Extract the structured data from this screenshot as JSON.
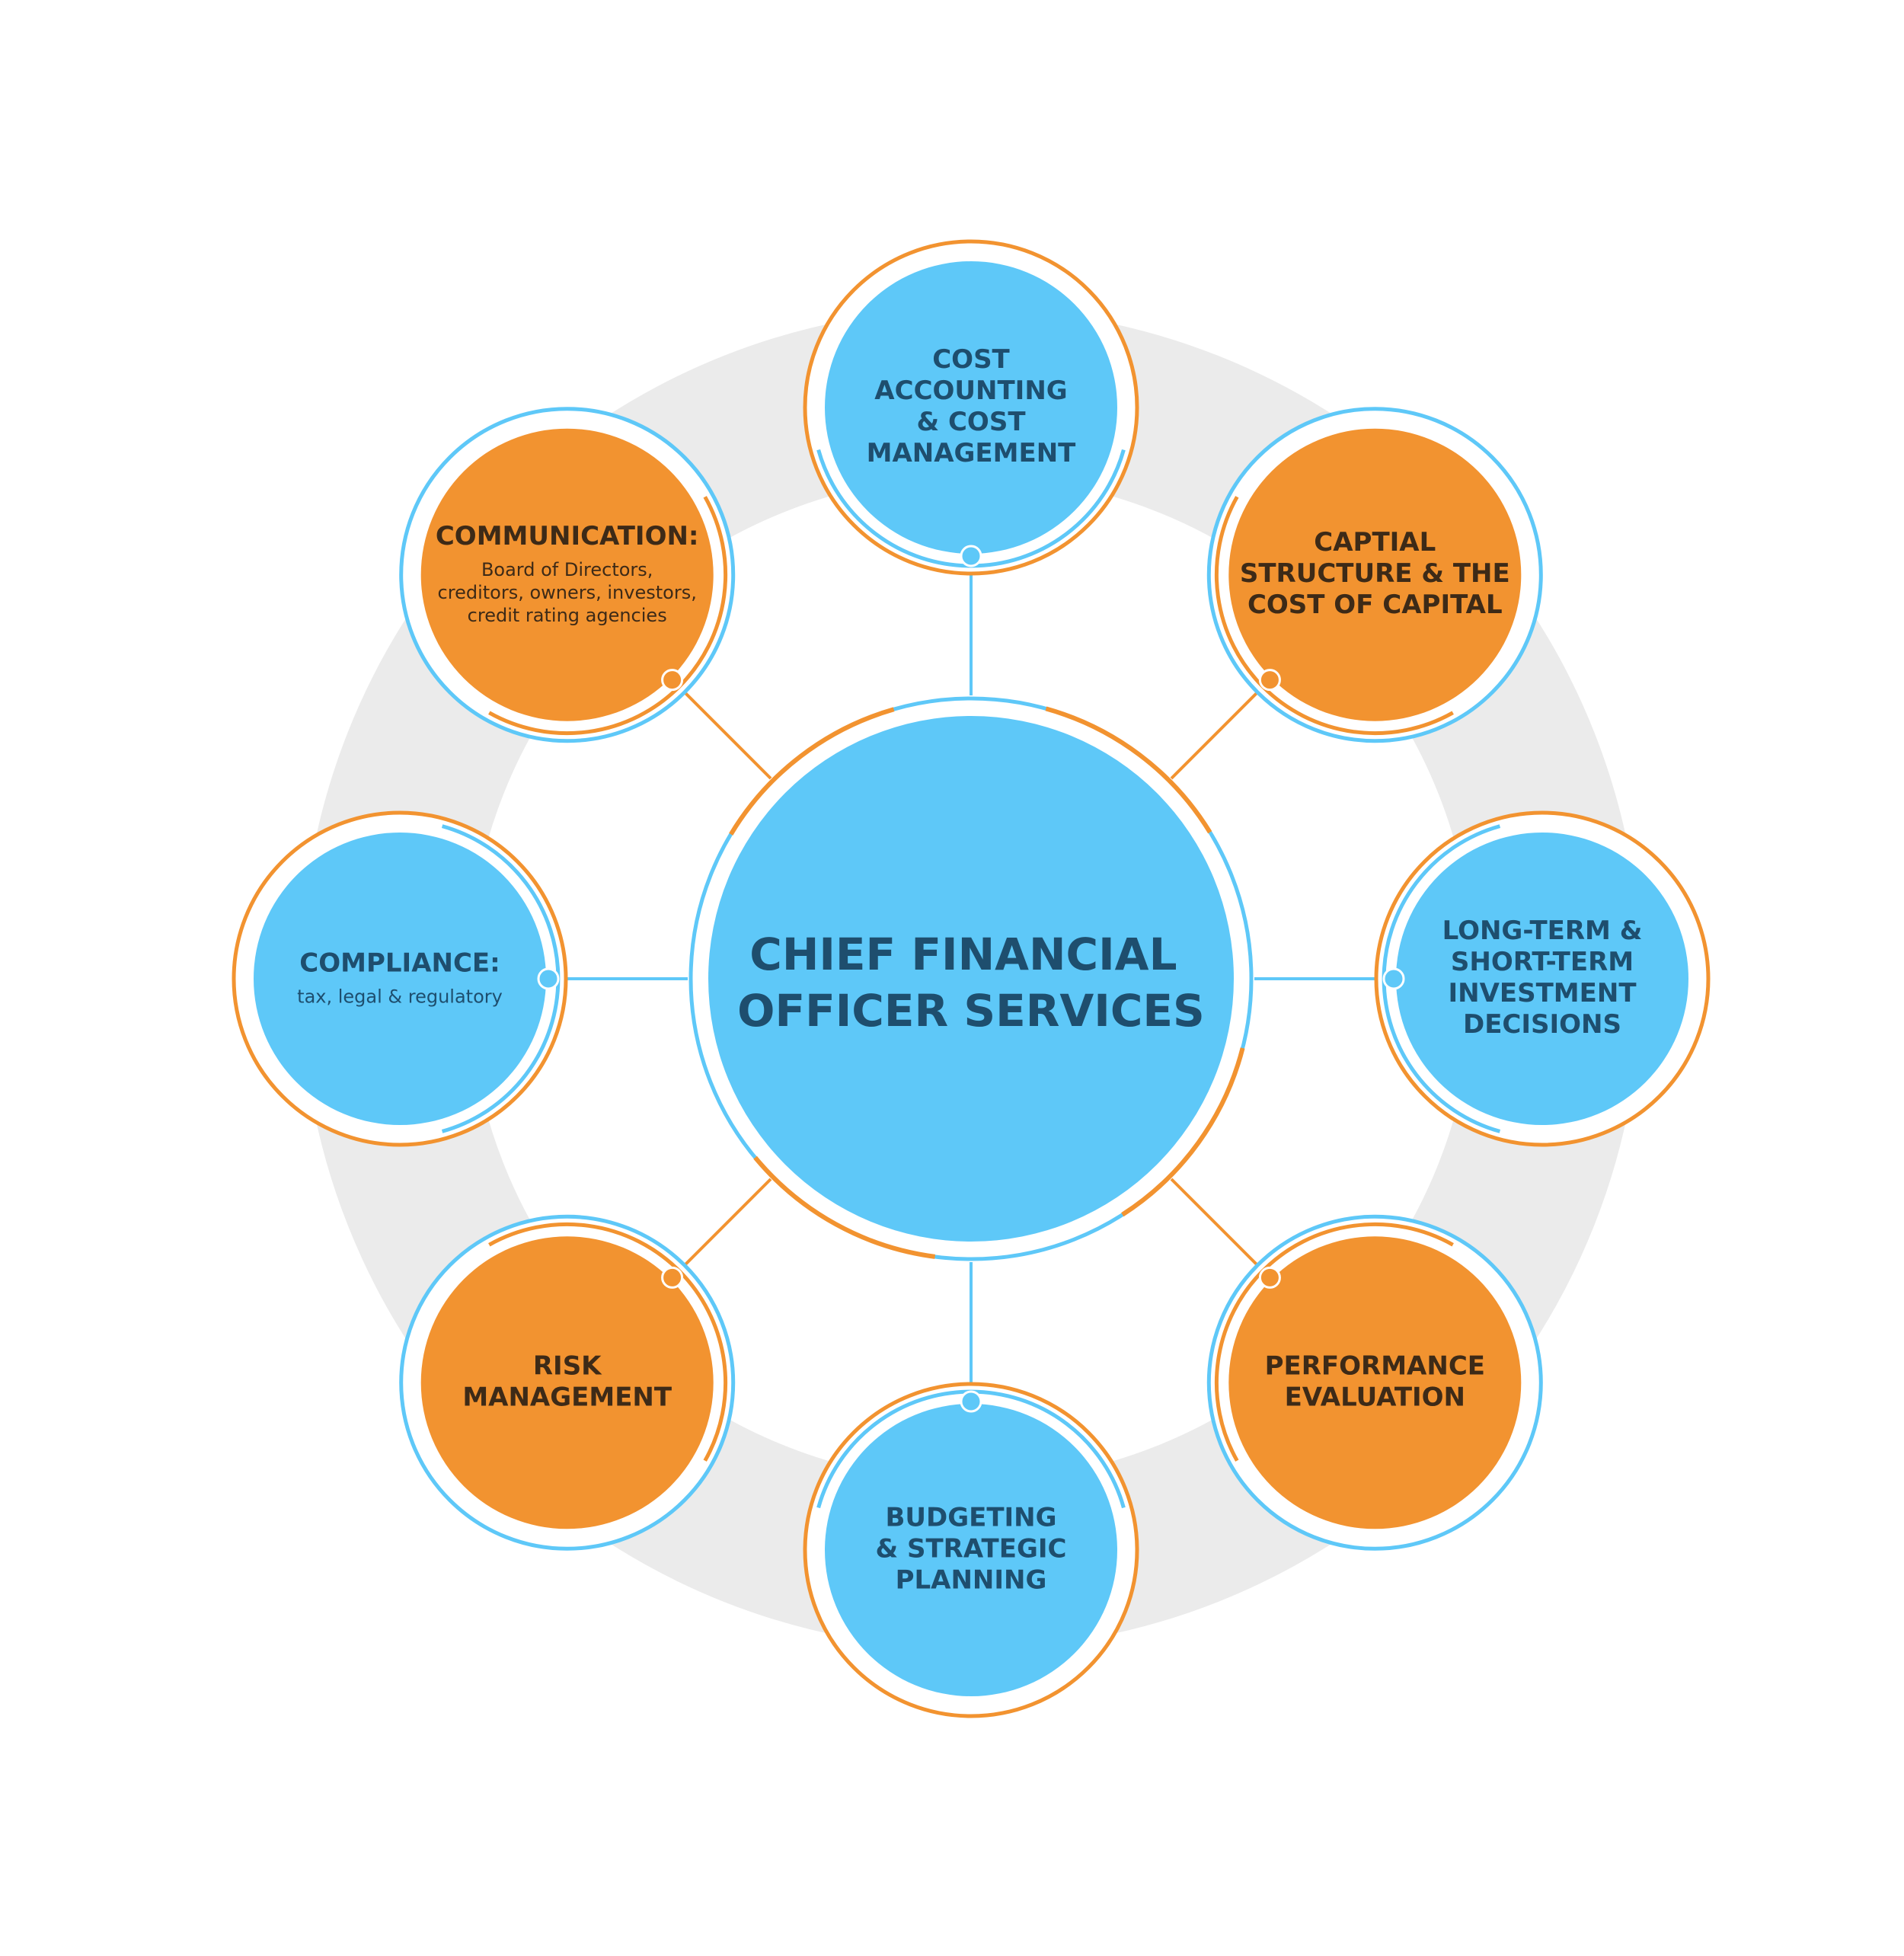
{
  "colors": {
    "blue": "#5ec8f8",
    "orange": "#f29330",
    "gray_ring": "#ebebeb",
    "text_dark_blue": "#1e4e6e",
    "text_dark_brown": "#3d2a17"
  },
  "center": {
    "lines": [
      "CHIEF FINANCIAL",
      "OFFICER SERVICES"
    ]
  },
  "nodes": [
    {
      "id": "cost-accounting",
      "color": "blue",
      "title_lines": [
        "COST",
        "ACCOUNTING",
        "& COST",
        "MANAGEMENT"
      ],
      "sub_lines": []
    },
    {
      "id": "capital-structure",
      "color": "orange",
      "title_lines": [
        "CAPTIAL",
        "STRUCTURE & THE",
        "COST OF CAPITAL"
      ],
      "sub_lines": []
    },
    {
      "id": "investment-decisions",
      "color": "blue",
      "title_lines": [
        "LONG-TERM &",
        "SHORT-TERM",
        "INVESTMENT",
        "DECISIONS"
      ],
      "sub_lines": []
    },
    {
      "id": "performance-evaluation",
      "color": "orange",
      "title_lines": [
        "PERFORMANCE",
        "EVALUATION"
      ],
      "sub_lines": []
    },
    {
      "id": "budgeting",
      "color": "blue",
      "title_lines": [
        "BUDGETING",
        "& STRATEGIC",
        "PLANNING"
      ],
      "sub_lines": []
    },
    {
      "id": "risk-management",
      "color": "orange",
      "title_lines": [
        "RISK",
        "MANAGEMENT"
      ],
      "sub_lines": []
    },
    {
      "id": "compliance",
      "color": "blue",
      "title_lines": [
        "COMPLIANCE:"
      ],
      "sub_lines": [
        "tax, legal & regulatory"
      ]
    },
    {
      "id": "communication",
      "color": "orange",
      "title_lines": [
        "COMMUNICATION:"
      ],
      "sub_lines": [
        "Board of Directors,",
        "creditors, owners, investors,",
        "credit rating agencies"
      ]
    }
  ]
}
